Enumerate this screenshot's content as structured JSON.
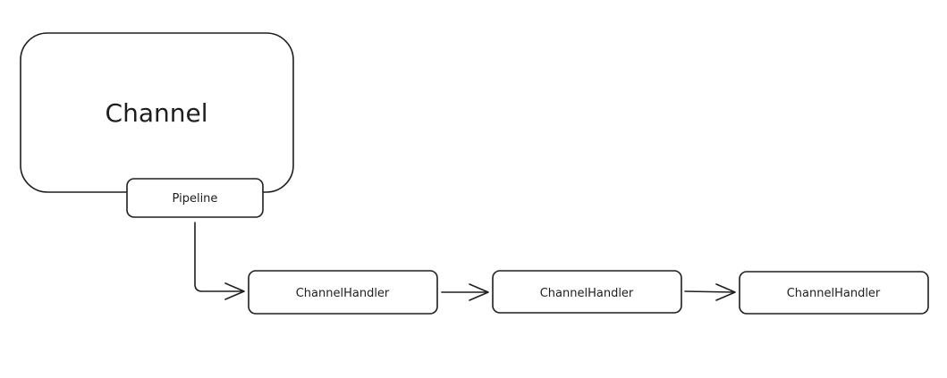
{
  "diagram": {
    "channel": {
      "label": "Channel"
    },
    "pipeline": {
      "label": "Pipeline"
    },
    "handlers": [
      {
        "label": "ChannelHandler"
      },
      {
        "label": "ChannelHandler"
      },
      {
        "label": "ChannelHandler"
      }
    ],
    "colors": {
      "stroke": "#1e1e1e",
      "fill": "#ffffff",
      "background": "#ffffff"
    }
  }
}
